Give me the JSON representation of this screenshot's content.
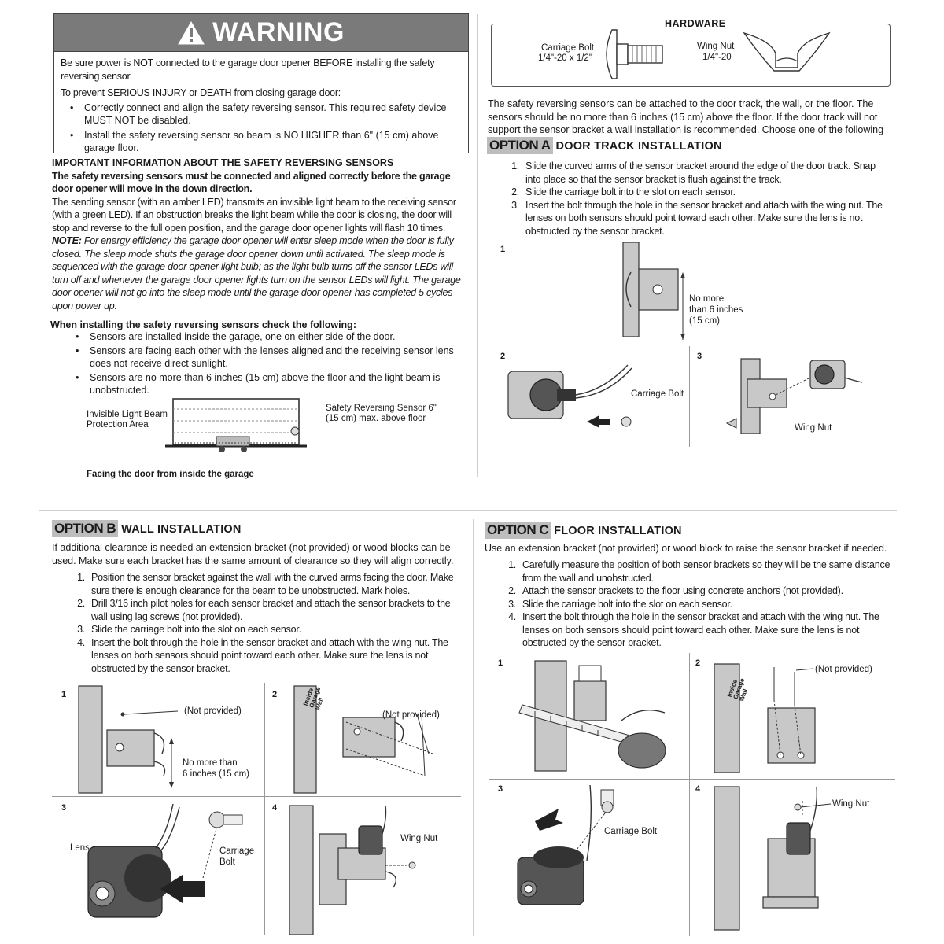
{
  "warning": {
    "title": "WARNING",
    "p1": "Be sure power is NOT connected to the garage door opener BEFORE installing the safety reversing sensor.",
    "p2": "To prevent SERIOUS INJURY or DEATH from closing garage door:",
    "bullets": [
      "Correctly connect and align the safety reversing sensor. This required safety device MUST NOT be disabled.",
      "Install the safety reversing sensor so beam is NO HIGHER than 6\" (15 cm) above garage floor."
    ]
  },
  "info": {
    "heading": "IMPORTANT INFORMATION ABOUT THE SAFETY REVERSING SENSORS",
    "bold_lead": "The safety reversing sensors must be connected and aligned correctly before the garage door opener will move in the down direction.",
    "body": "The sending sensor (with an amber LED) transmits an invisible light beam to the receiving sensor (with a green LED). If an obstruction breaks the light beam while the door is closing, the door will stop and reverse to the full open position, and the garage door opener lights will flash 10 times.",
    "note_label": "NOTE:",
    "note": "For energy efficiency the garage door opener will enter sleep mode when the door is fully closed. The sleep mode shuts the garage door opener down until activated. The sleep mode is sequenced with the garage door opener light bulb; as the light bulb turns off the sensor LEDs will turn off and whenever the garage door opener lights turn on the sensor LEDs will light. The garage door opener will not go into the sleep mode until the garage door opener has completed 5 cycles upon power up.",
    "check_heading": "When installing the safety reversing sensors check the following:",
    "checks": [
      "Sensors are installed inside the garage, one on either side of the door.",
      "Sensors are facing each other with the lenses aligned and the receiving sensor lens does not receive direct sunlight.",
      "Sensors are no more than 6 inches (15 cm) above the floor and the light beam is unobstructed."
    ],
    "diagram": {
      "label_beam": "Invisible Light Beam Protection Area",
      "label_sensor": "Safety Reversing Sensor 6\" (15 cm) max. above floor",
      "caption": "Facing the door from inside the garage"
    }
  },
  "hardware": {
    "title": "HARDWARE",
    "bolt_name": "Carriage Bolt",
    "bolt_size": "1/4\"-20 x 1/2\"",
    "nut_name": "Wing Nut",
    "nut_size": "1/4\"-20"
  },
  "intro": "The safety reversing sensors can be attached to the door track, the wall, or the floor. The sensors should be no more than 6 inches (15 cm) above the floor. If the door track will not support the sensor bracket a wall installation is recommended. Choose one of the following installations.",
  "option_a": {
    "tag": "OPTION A",
    "title": "DOOR TRACK INSTALLATION",
    "steps": [
      "Slide the curved arms of the sensor bracket around the edge of the door track. Snap into place so that the sensor bracket is flush against the track.",
      "Slide the carriage bolt into the slot on each sensor.",
      "Insert the bolt through the hole in the sensor bracket and attach with the wing nut. The lenses on both sensors should point toward each other. Make sure the lens is not obstructed by the sensor bracket."
    ],
    "fig_labels": {
      "n1": "1",
      "n2": "2",
      "n3": "3",
      "no_more": "No more",
      "than": "than 6 inches",
      "cm": "(15 cm)",
      "carriage_bolt": "Carriage Bolt",
      "wing_nut": "Wing Nut"
    }
  },
  "option_b": {
    "tag": "OPTION B",
    "title": "WALL INSTALLATION",
    "intro": "If additional clearance is needed an extension bracket (not provided) or wood blocks can be used. Make sure each bracket has the same amount of clearance so they will align correctly.",
    "steps": [
      "Position the sensor bracket against the wall with the curved arms facing the door. Make sure there is enough clearance for the beam to be unobstructed. Mark holes.",
      "Drill 3/16 inch pilot holes for each sensor bracket and attach the sensor brackets to the wall using lag screws (not provided).",
      "Slide the carriage bolt into the slot on each sensor.",
      "Insert the bolt through the hole in the sensor bracket and attach with the wing nut. The lenses on both sensors should point toward each other. Make sure the lens is not obstructed by the sensor bracket."
    ],
    "fig_labels": {
      "n1": "1",
      "n2": "2",
      "n3": "3",
      "n4": "4",
      "not_provided": "(Not provided)",
      "no_more": "No more than",
      "six": "6 inches (15 cm)",
      "inside_wall": "Inside Garage Wall",
      "lens": "Lens",
      "carriage": "Carriage",
      "bolt": "Bolt",
      "wing_nut": "Wing Nut"
    }
  },
  "option_c": {
    "tag": "OPTION C",
    "title": "FLOOR INSTALLATION",
    "intro": "Use an extension bracket (not provided) or wood block to raise the sensor bracket if needed.",
    "steps": [
      "Carefully measure the position of both sensor brackets so they will be the same distance from the wall and unobstructed.",
      "Attach the sensor brackets to the floor using concrete anchors (not provided).",
      "Slide the carriage bolt into the slot on each sensor.",
      "Insert the bolt through the hole in the sensor bracket and attach with the wing nut. The lenses on both sensors should point toward each other. Make sure the lens is not obstructed by the sensor bracket."
    ],
    "fig_labels": {
      "n1": "1",
      "n2": "2",
      "n3": "3",
      "n4": "4",
      "not_provided": "(Not provided)",
      "inside_wall": "Inside Garage Wall",
      "carriage_bolt": "Carriage Bolt",
      "wing_nut": "Wing Nut"
    }
  }
}
